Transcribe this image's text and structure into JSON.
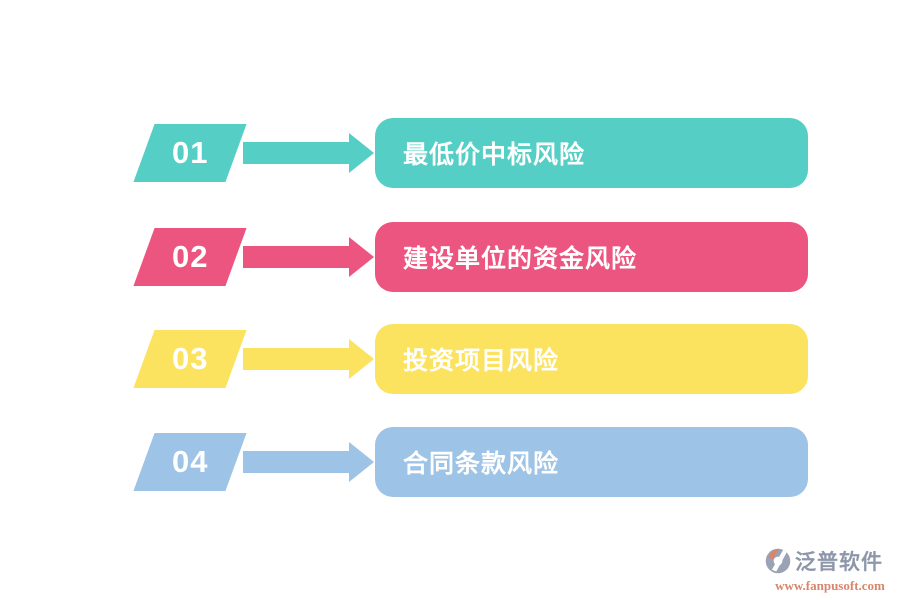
{
  "rows": [
    {
      "number": "01",
      "label": "最低价中标风险",
      "color": "#55cfc5"
    },
    {
      "number": "02",
      "label": "建设单位的资金风险",
      "color": "#ec5580"
    },
    {
      "number": "03",
      "label": "投资项目风险",
      "color": "#fbe25f"
    },
    {
      "number": "04",
      "label": "合同条款风险",
      "color": "#9dc3e6"
    }
  ],
  "logo": {
    "name": "泛普软件",
    "url": "www.fanpusoft.com",
    "name_color": "#8d97aa",
    "url_color": "#d9856c",
    "icon_blue": "#9aa3b5",
    "icon_coral": "#d9856c"
  }
}
